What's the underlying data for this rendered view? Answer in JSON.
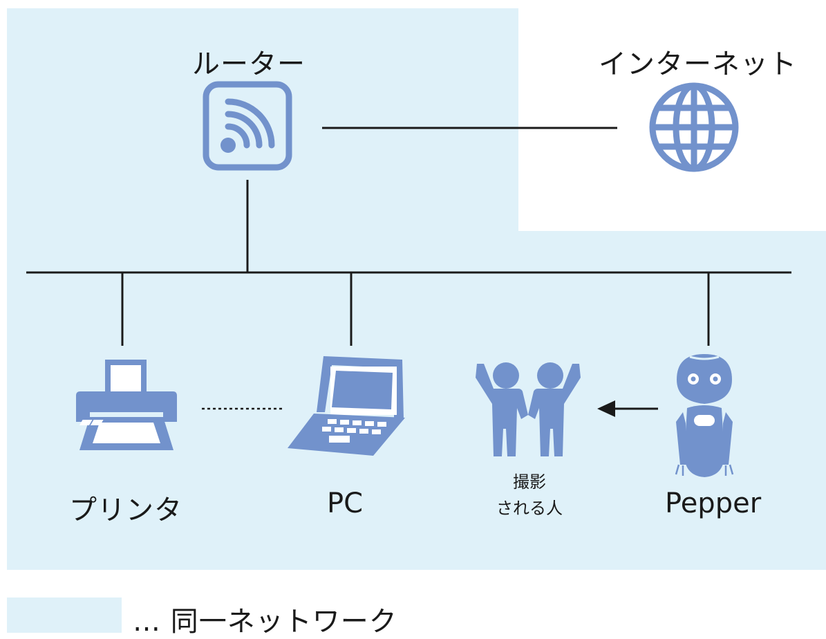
{
  "colors": {
    "network_area": "#dff1f9",
    "icon": "#7292cc",
    "line": "#1a1a1a"
  },
  "nodes": {
    "router": {
      "label": "ルーター",
      "icon": "wifi-router-icon"
    },
    "internet": {
      "label": "インターネット",
      "icon": "globe-icon"
    },
    "printer": {
      "label": "プリンタ",
      "icon": "printer-icon"
    },
    "pc": {
      "label": "PC",
      "icon": "laptop-icon"
    },
    "person": {
      "label_line1": "撮影",
      "label_line2": "される人",
      "icon": "people-icon"
    },
    "pepper": {
      "label": "Pepper",
      "icon": "robot-icon"
    }
  },
  "legend": {
    "text": "… 同一ネットワーク"
  }
}
